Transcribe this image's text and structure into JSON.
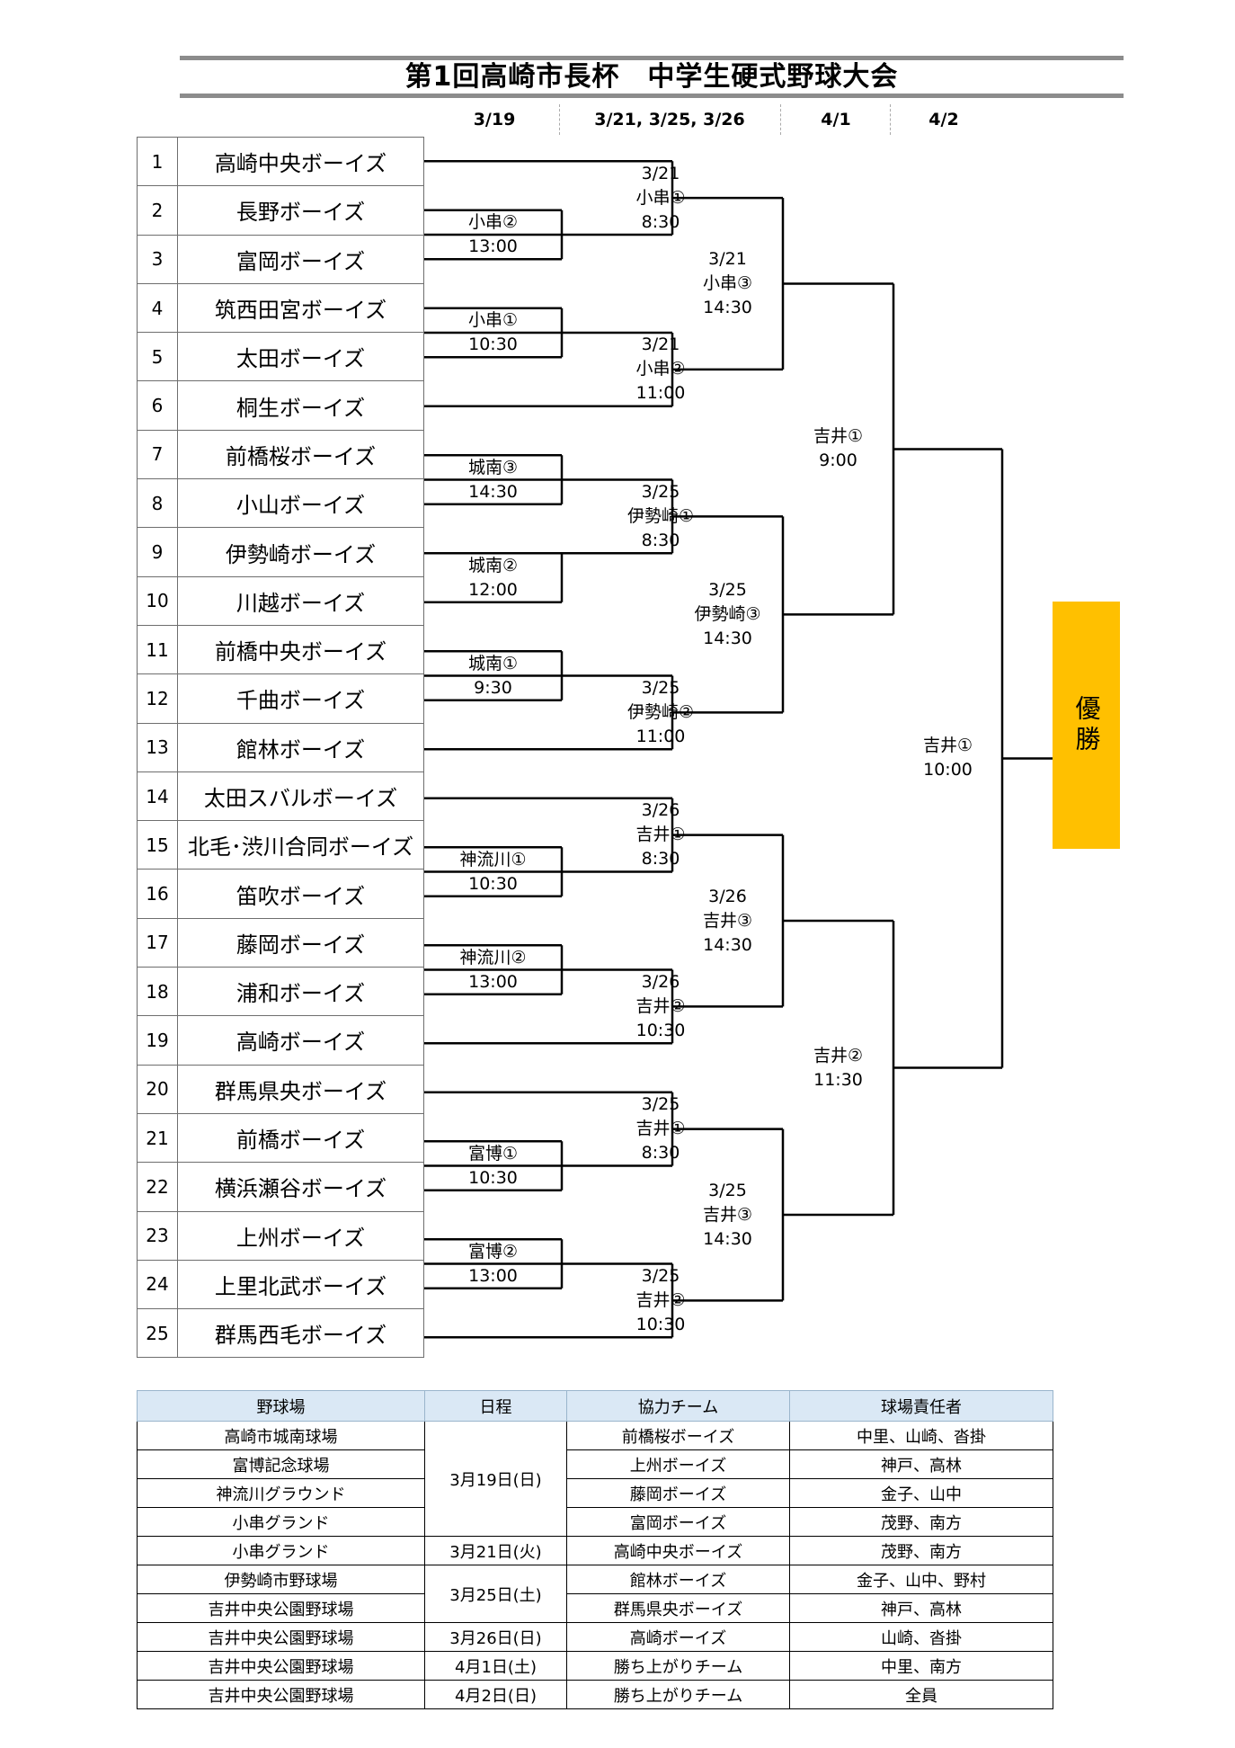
{
  "title": "第1回高崎市長杯　中学生硬式野球大会",
  "round_dates": [
    "3/19",
    "3/21, 3/25, 3/26",
    "4/1",
    "4/2"
  ],
  "teams": [
    {
      "no": "1",
      "name": "高崎中央ボーイズ"
    },
    {
      "no": "2",
      "name": "長野ボーイズ"
    },
    {
      "no": "3",
      "name": "富岡ボーイズ"
    },
    {
      "no": "4",
      "name": "筑西田宮ボーイズ"
    },
    {
      "no": "5",
      "name": "太田ボーイズ"
    },
    {
      "no": "6",
      "name": "桐生ボーイズ"
    },
    {
      "no": "7",
      "name": "前橋桜ボーイズ"
    },
    {
      "no": "8",
      "name": "小山ボーイズ"
    },
    {
      "no": "9",
      "name": "伊勢崎ボーイズ"
    },
    {
      "no": "10",
      "name": "川越ボーイズ"
    },
    {
      "no": "11",
      "name": "前橋中央ボーイズ"
    },
    {
      "no": "12",
      "name": "千曲ボーイズ"
    },
    {
      "no": "13",
      "name": "館林ボーイズ"
    },
    {
      "no": "14",
      "name": "太田スバルボーイズ"
    },
    {
      "no": "15",
      "name": "北毛･渋川合同ボーイズ"
    },
    {
      "no": "16",
      "name": "笛吹ボーイズ"
    },
    {
      "no": "17",
      "name": "藤岡ボーイズ"
    },
    {
      "no": "18",
      "name": "浦和ボーイズ"
    },
    {
      "no": "19",
      "name": "高崎ボーイズ"
    },
    {
      "no": "20",
      "name": "群馬県央ボーイズ"
    },
    {
      "no": "21",
      "name": "前橋ボーイズ"
    },
    {
      "no": "22",
      "name": "横浜瀬谷ボーイズ"
    },
    {
      "no": "23",
      "name": "上州ボーイズ"
    },
    {
      "no": "24",
      "name": "上里北武ボーイズ"
    },
    {
      "no": "25",
      "name": "群馬西毛ボーイズ"
    }
  ],
  "r1": [
    {
      "venue": "小串②",
      "time": "13:00"
    },
    {
      "venue": "小串①",
      "time": "10:30"
    },
    {
      "venue": "城南③",
      "time": "14:30"
    },
    {
      "venue": "城南②",
      "time": "12:00"
    },
    {
      "venue": "城南①",
      "time": "9:30"
    },
    {
      "venue": "神流川①",
      "time": "10:30"
    },
    {
      "venue": "神流川②",
      "time": "13:00"
    },
    {
      "venue": "富博①",
      "time": "10:30"
    },
    {
      "venue": "富博②",
      "time": "13:00"
    }
  ],
  "r2": [
    {
      "date": "3/21",
      "venue": "小串①",
      "time": "8:30"
    },
    {
      "date": "3/21",
      "venue": "小串②",
      "time": "11:00"
    },
    {
      "date": "3/25",
      "venue": "伊勢崎①",
      "time": "8:30"
    },
    {
      "date": "3/25",
      "venue": "伊勢崎②",
      "time": "11:00"
    },
    {
      "date": "3/26",
      "venue": "吉井①",
      "time": "8:30"
    },
    {
      "date": "3/26",
      "venue": "吉井②",
      "time": "10:30"
    },
    {
      "date": "3/25",
      "venue": "吉井①",
      "time": "8:30"
    },
    {
      "date": "3/25",
      "venue": "吉井②",
      "time": "10:30"
    }
  ],
  "r3": [
    {
      "date": "3/21",
      "venue": "小串③",
      "time": "14:30"
    },
    {
      "date": "3/25",
      "venue": "伊勢崎③",
      "time": "14:30"
    },
    {
      "date": "3/26",
      "venue": "吉井③",
      "time": "14:30"
    },
    {
      "date": "3/25",
      "venue": "吉井③",
      "time": "14:30"
    }
  ],
  "sf": [
    {
      "venue": "吉井①",
      "time": "9:00"
    },
    {
      "venue": "吉井②",
      "time": "11:30"
    }
  ],
  "final": {
    "venue": "吉井①",
    "time": "10:00"
  },
  "champion": "優勝",
  "champion_color": "#ffc000",
  "schedule": {
    "headers": [
      "野球場",
      "日程",
      "協力チーム",
      "球場責任者"
    ],
    "rows": [
      {
        "venue": "高崎市城南球場",
        "date": "3月19日(日)",
        "team": "前橋桜ボーイズ",
        "staff": "中里、山崎、沓掛"
      },
      {
        "venue": "富博記念球場",
        "team": "上州ボーイズ",
        "staff": "神戸、高林"
      },
      {
        "venue": "神流川グラウンド",
        "team": "藤岡ボーイズ",
        "staff": "金子、山中"
      },
      {
        "venue": "小串グランド",
        "team": "富岡ボーイズ",
        "staff": "茂野、南方"
      },
      {
        "venue": "小串グランド",
        "date": "3月21日(火)",
        "team": "高崎中央ボーイズ",
        "staff": "茂野、南方"
      },
      {
        "venue": "伊勢崎市野球場",
        "date": "3月25日(土)",
        "team": "館林ボーイズ",
        "staff": "金子、山中、野村"
      },
      {
        "venue": "吉井中央公園野球場",
        "team": "群馬県央ボーイズ",
        "staff": "神戸、高林"
      },
      {
        "venue": "吉井中央公園野球場",
        "date": "3月26日(日)",
        "team": "高崎ボーイズ",
        "staff": "山崎、沓掛"
      },
      {
        "venue": "吉井中央公園野球場",
        "date": "4月1日(土)",
        "team": "勝ち上がりチーム",
        "staff": "中里、南方"
      },
      {
        "venue": "吉井中央公園野球場",
        "date": "4月2日(日)",
        "team": "勝ち上がりチーム",
        "staff": "全員"
      }
    ]
  }
}
